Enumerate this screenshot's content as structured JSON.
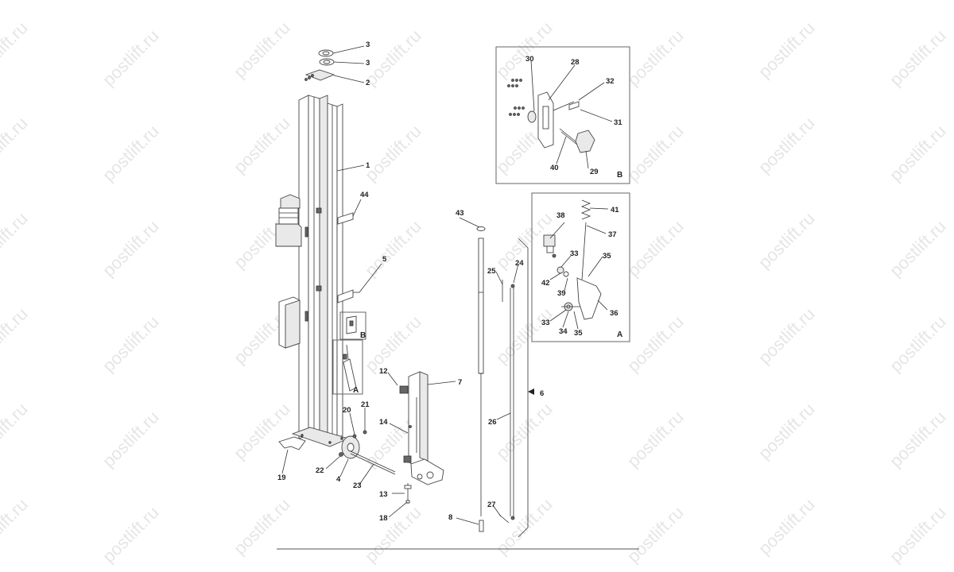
{
  "watermark": {
    "text": "postlift.ru"
  },
  "detail_boxes": [
    {
      "id": "B",
      "label": "B"
    },
    {
      "id": "A",
      "label": "A"
    }
  ],
  "inset_tags": {
    "b": "B",
    "a": "A"
  },
  "callouts": {
    "c1": "1",
    "c2": "2",
    "c3a": "3",
    "c3b": "3",
    "c4": "4",
    "c5": "5",
    "c6": "6",
    "c7": "7",
    "c8": "8",
    "c12": "12",
    "c13": "13",
    "c14": "14",
    "c18": "18",
    "c19": "19",
    "c20": "20",
    "c21": "21",
    "c22": "22",
    "c23": "23",
    "c24": "24",
    "c25": "25",
    "c26": "26",
    "c27": "27",
    "c28": "28",
    "c29": "29",
    "c30": "30",
    "c31": "31",
    "c32": "32",
    "c33a": "33",
    "c33b": "33",
    "c34": "34",
    "c35a": "35",
    "c35b": "35",
    "c36": "36",
    "c37": "37",
    "c38": "38",
    "c39": "39",
    "c40": "40",
    "c41": "41",
    "c42": "42",
    "c43": "43",
    "c44": "44"
  }
}
